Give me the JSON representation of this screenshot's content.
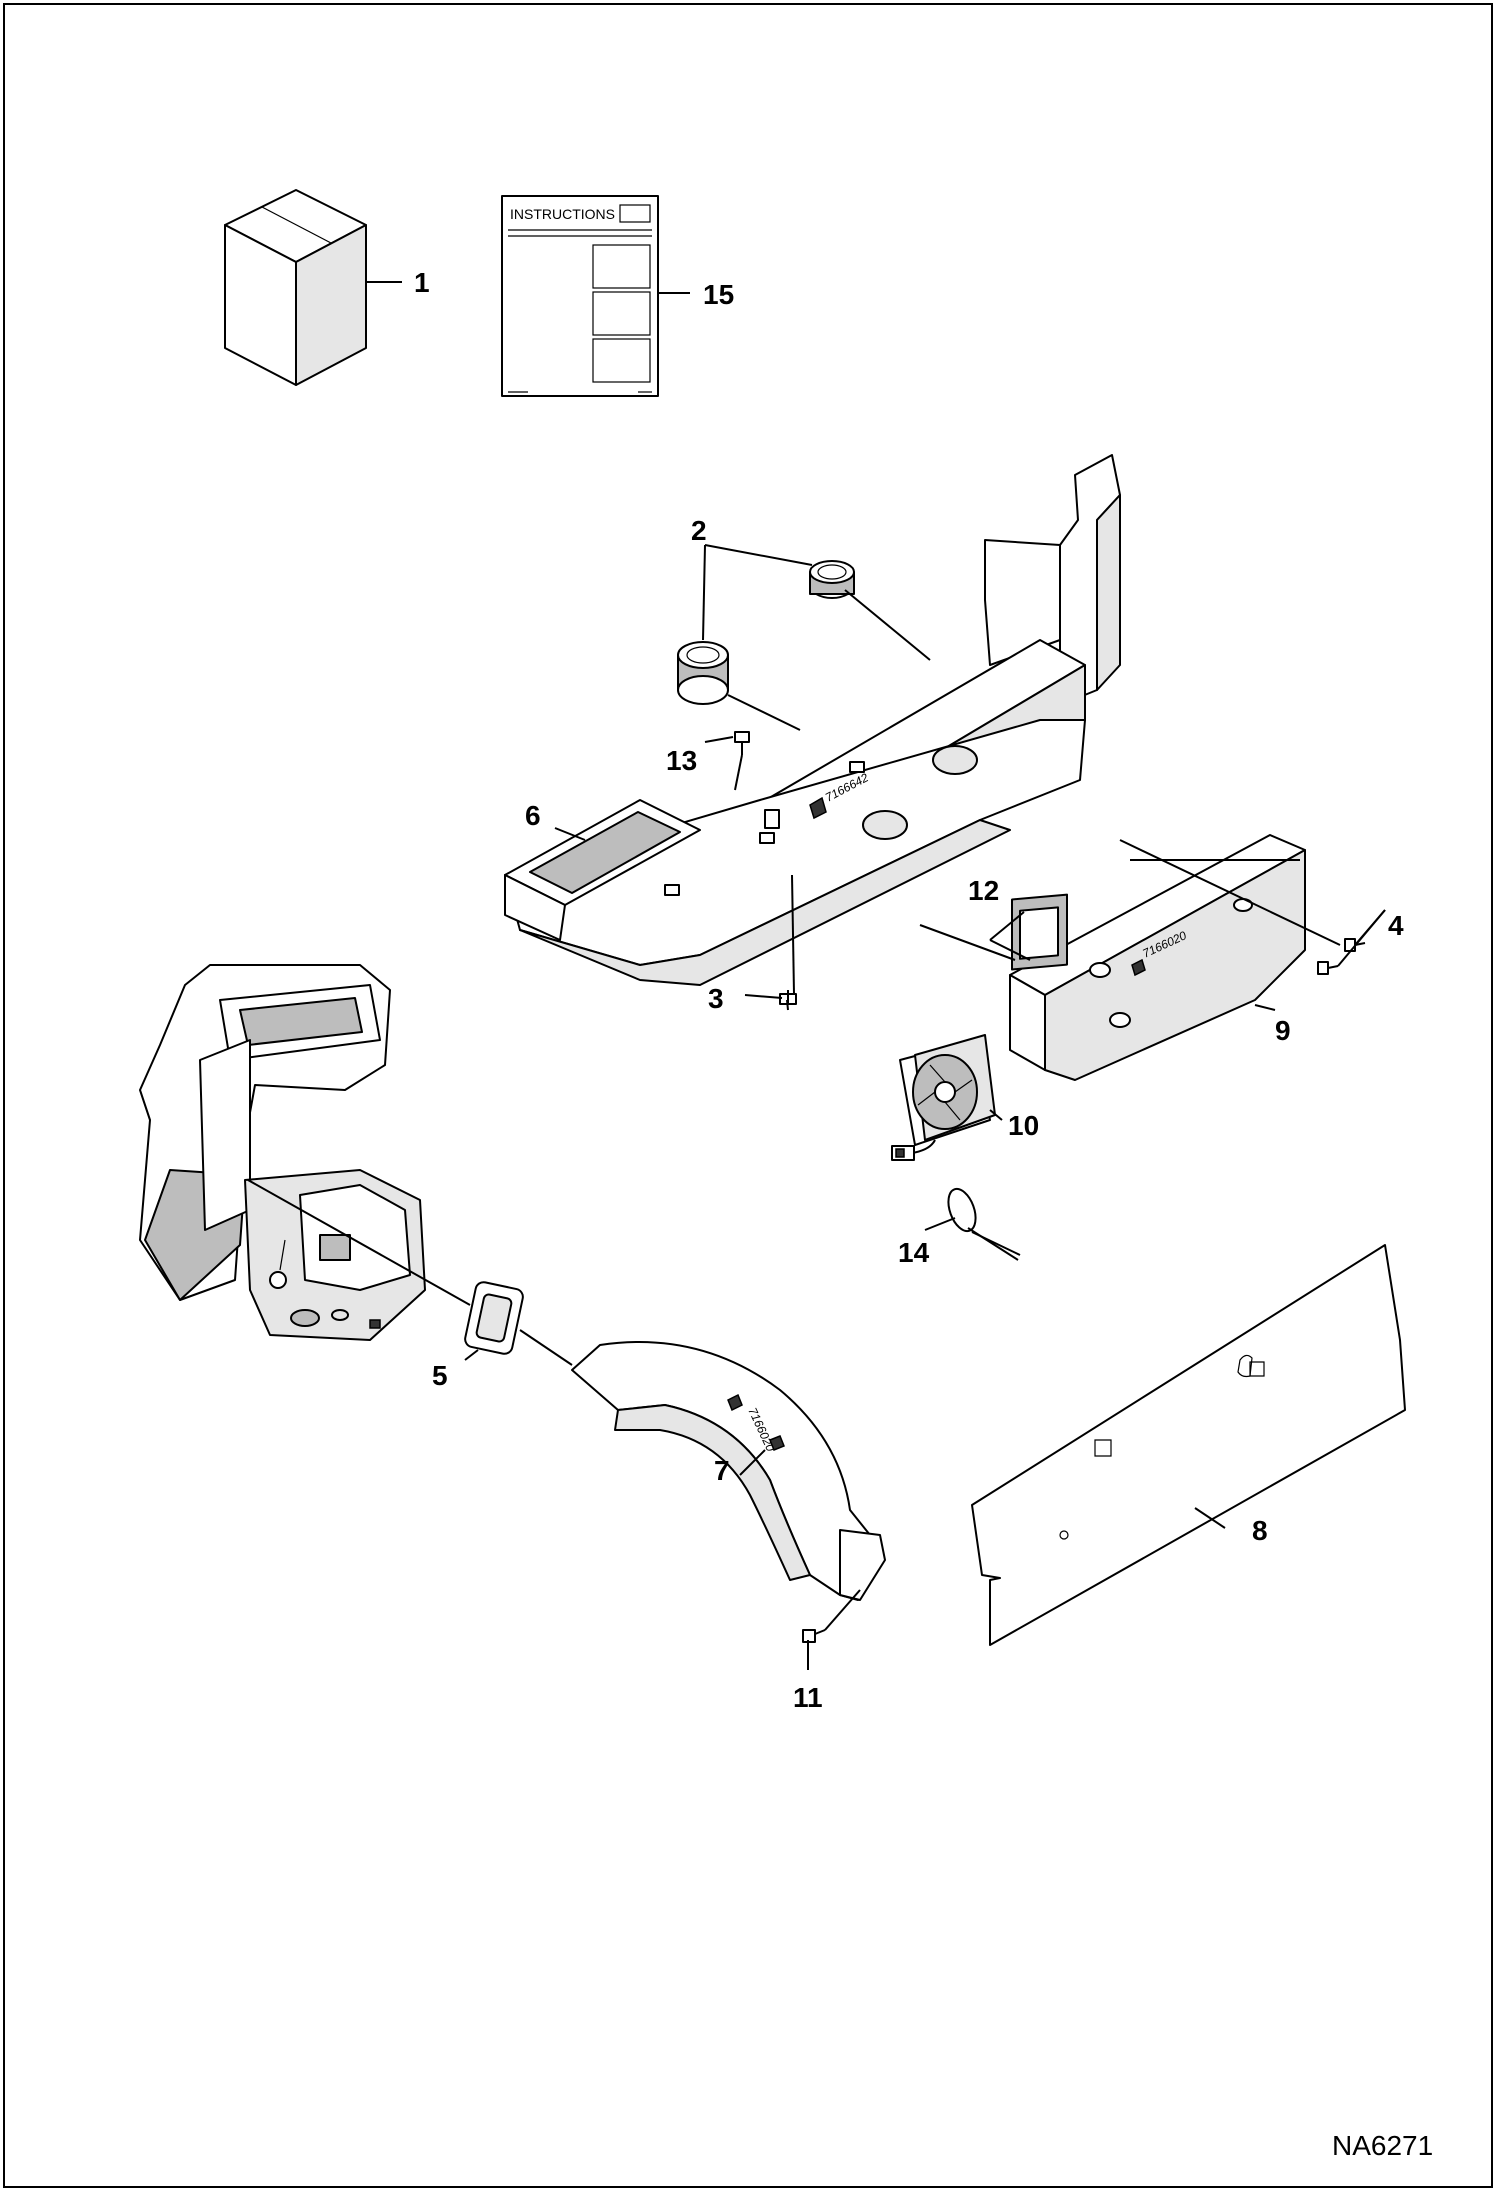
{
  "figure_id": "NA6271",
  "instructions_sheet_title": "INSTRUCTIONS",
  "duct_stamp_6": "7166642",
  "duct_stamp_7": "7166020",
  "duct_stamp_9": "7166020",
  "callouts": [
    "1",
    "2",
    "3",
    "4",
    "5",
    "6",
    "7",
    "8",
    "9",
    "10",
    "11",
    "12",
    "13",
    "14",
    "15"
  ]
}
